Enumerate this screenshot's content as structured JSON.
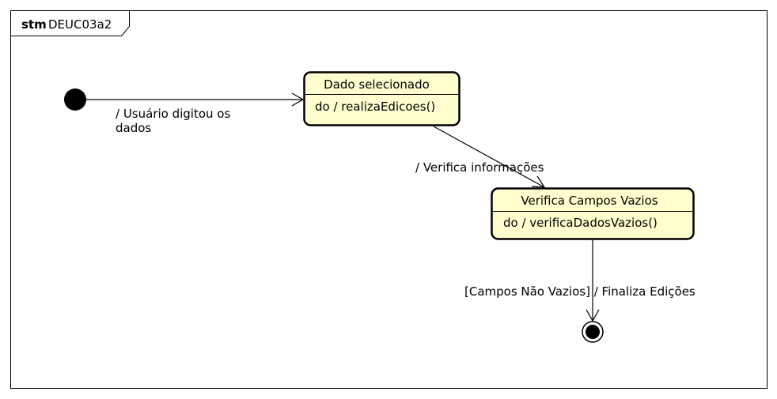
{
  "frame": {
    "keyword": "stm",
    "name": "DEUC03a2"
  },
  "states": [
    {
      "name": "Dado selecionado",
      "activity": "do / realizaEdicoes()"
    },
    {
      "name": "Verifica Campos Vazios",
      "activity": "do / verificaDadosVazios()"
    }
  ],
  "transitions": [
    {
      "label_line1": "/ Usuário digitou os",
      "label_line2": "dados"
    },
    {
      "label": "/  Verifica informações"
    },
    {
      "label": "[Campos Não Vazios] / Finaliza Edições"
    }
  ],
  "colors": {
    "state_fill": "#FEFECE",
    "stroke": "#000000",
    "frame_stroke": "#000000"
  }
}
